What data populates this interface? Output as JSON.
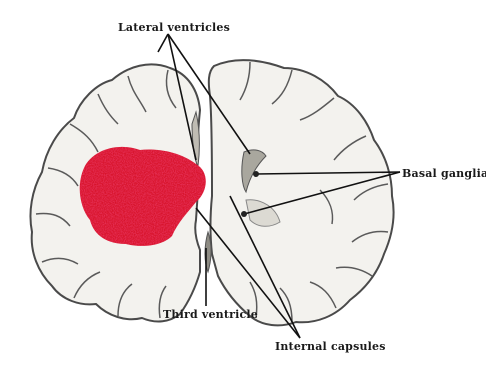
{
  "labels": {
    "lateral_ventricles": "Lateral ventricles",
    "basal_ganglia": "Basal ganglia",
    "third_ventricle": "Third ventricle",
    "internal_capsules": "Internal capsules"
  },
  "colors": {
    "background": "#ffffff",
    "brain_fill": "#f3f2ee",
    "outline": "#4a4a4a",
    "hemorrhage": "#d8142c",
    "leader_line": "#111111"
  }
}
